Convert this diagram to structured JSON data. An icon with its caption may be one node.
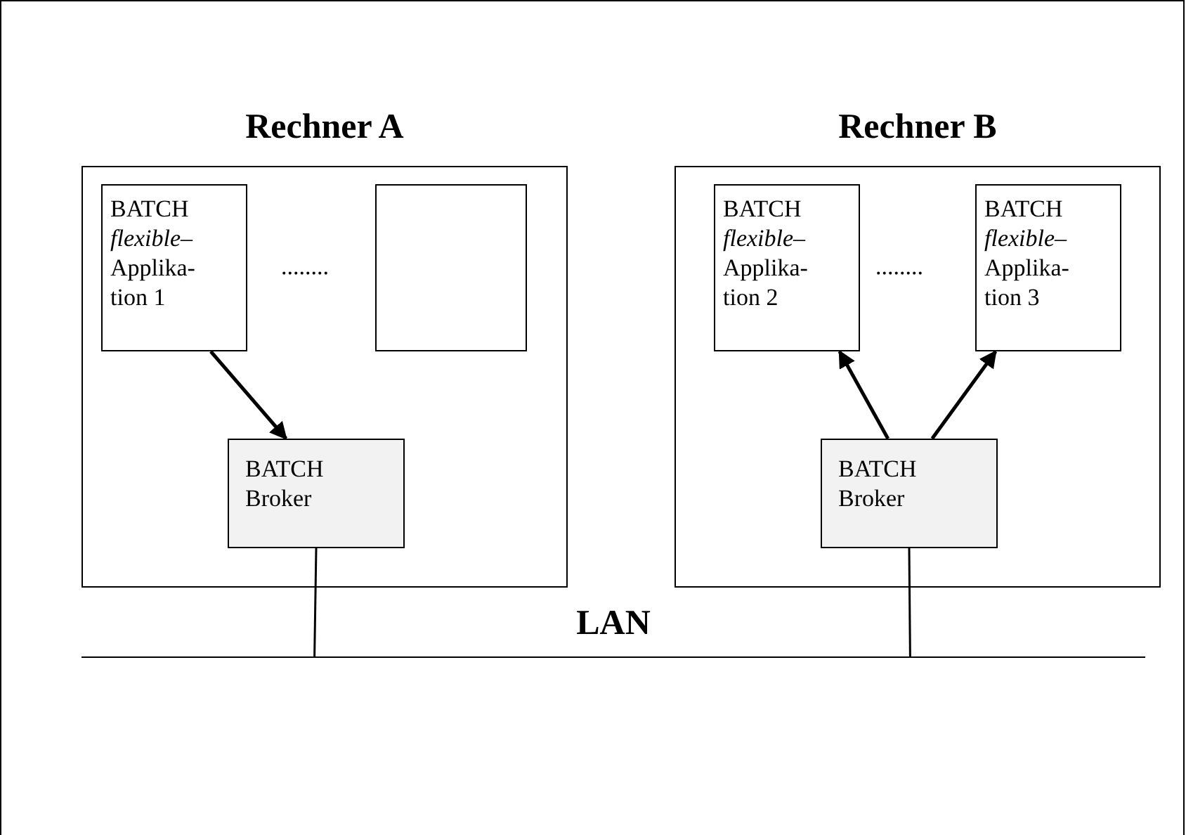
{
  "diagram": {
    "nodes": [
      {
        "text": [
          "Rechner A"
        ]
      },
      {
        "text": [
          "BATCH *flexible*– Applika- tion 1"
        ],
        "in": 0
      },
      {
        "text": [],
        "shape": "box",
        "in": 0
      },
      {
        "text": [
          "BATCH Broker"
        ],
        "in": 0
      },
      {
        "text": [
          "Rechner B"
        ]
      },
      {
        "text": [
          "BATCH *flexible*– Applika- tion 2"
        ],
        "in": 4
      },
      {
        "text": [
          "BATCH *flexible*– Applika- tion 3"
        ],
        "in": 4
      },
      {
        "text": [
          "BATCH Broker"
        ],
        "in": 4
      },
      {
        "text": [
          "LAN"
        ]
      }
    ],
    "edges": [
      {
        "from": 1,
        "to": 3,
        "arrow": "to"
      },
      {
        "from": 7,
        "to": 5,
        "arrow": "to"
      },
      {
        "from": 7,
        "to": 6,
        "arrow": "to"
      },
      {
        "from": 3,
        "to": 8,
        "arrow": "none"
      },
      {
        "from": 7,
        "to": 8,
        "arrow": "none"
      }
    ],
    "labels": [
      "........",
      "........"
    ]
  }
}
